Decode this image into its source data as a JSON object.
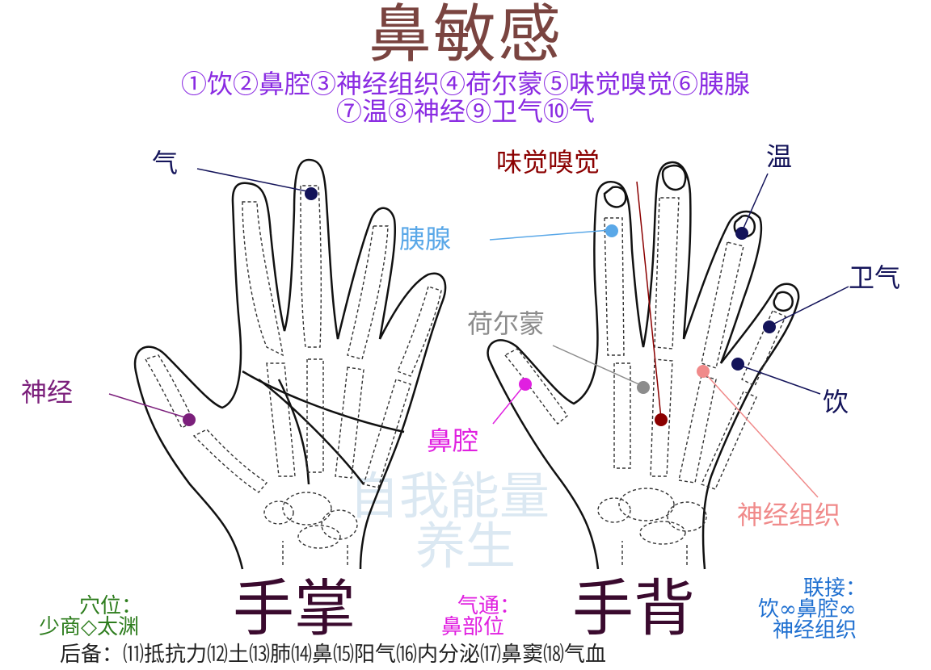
{
  "title": "鼻敏感",
  "legend": {
    "line1": "①饮②鼻腔③神经组织④荷尔蒙⑤味觉嗅觉⑥胰腺",
    "line2": "⑦温⑧神经⑨卫气⑩气"
  },
  "palm": {
    "label": "手掌",
    "points": [
      {
        "name": "气",
        "color": "#14145a"
      },
      {
        "name": "神经",
        "color": "#7b1f7b"
      }
    ]
  },
  "back": {
    "label": "手背",
    "points": [
      {
        "name": "味觉嗅觉",
        "color": "#8b0000"
      },
      {
        "name": "温",
        "color": "#14145a"
      },
      {
        "name": "胰腺",
        "color": "#5aa8e8"
      },
      {
        "name": "卫气",
        "color": "#14145a"
      },
      {
        "name": "荷尔蒙",
        "color": "#8c8c8c"
      },
      {
        "name": "饮",
        "color": "#14145a"
      },
      {
        "name": "鼻腔",
        "color": "#e020e0"
      },
      {
        "name": "神经组织",
        "color": "#f08a8a"
      }
    ]
  },
  "watermark": {
    "line1": "自我能量",
    "line2": "养生"
  },
  "acupoints": {
    "label": "穴位：",
    "value": "少商◇太渊"
  },
  "qi_tong": {
    "label": "气通：",
    "value": "鼻部位"
  },
  "lianjie": {
    "label": "联接：",
    "line1": "饮∞鼻腔∞",
    "line2": "神经组织"
  },
  "backup": "后备：⑾抵抗力⑿土⒀肺⒁鼻⒂阳气⒃内分泌⒄鼻窦⒅气血"
}
